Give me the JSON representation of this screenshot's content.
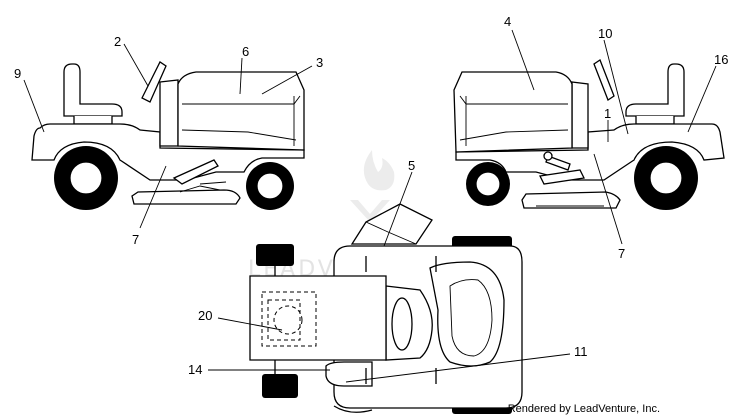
{
  "callouts": {
    "c1": "1",
    "c2": "2",
    "c3": "3",
    "c4": "4",
    "c5": "5",
    "c6": "6",
    "c7a": "7",
    "c7b": "7",
    "c9": "9",
    "c10": "10",
    "c11": "11",
    "c14": "14",
    "c16": "16",
    "c20": "20"
  },
  "watermark": "LEADVENTURE",
  "credit": "Rendered by LeadVenture, Inc."
}
